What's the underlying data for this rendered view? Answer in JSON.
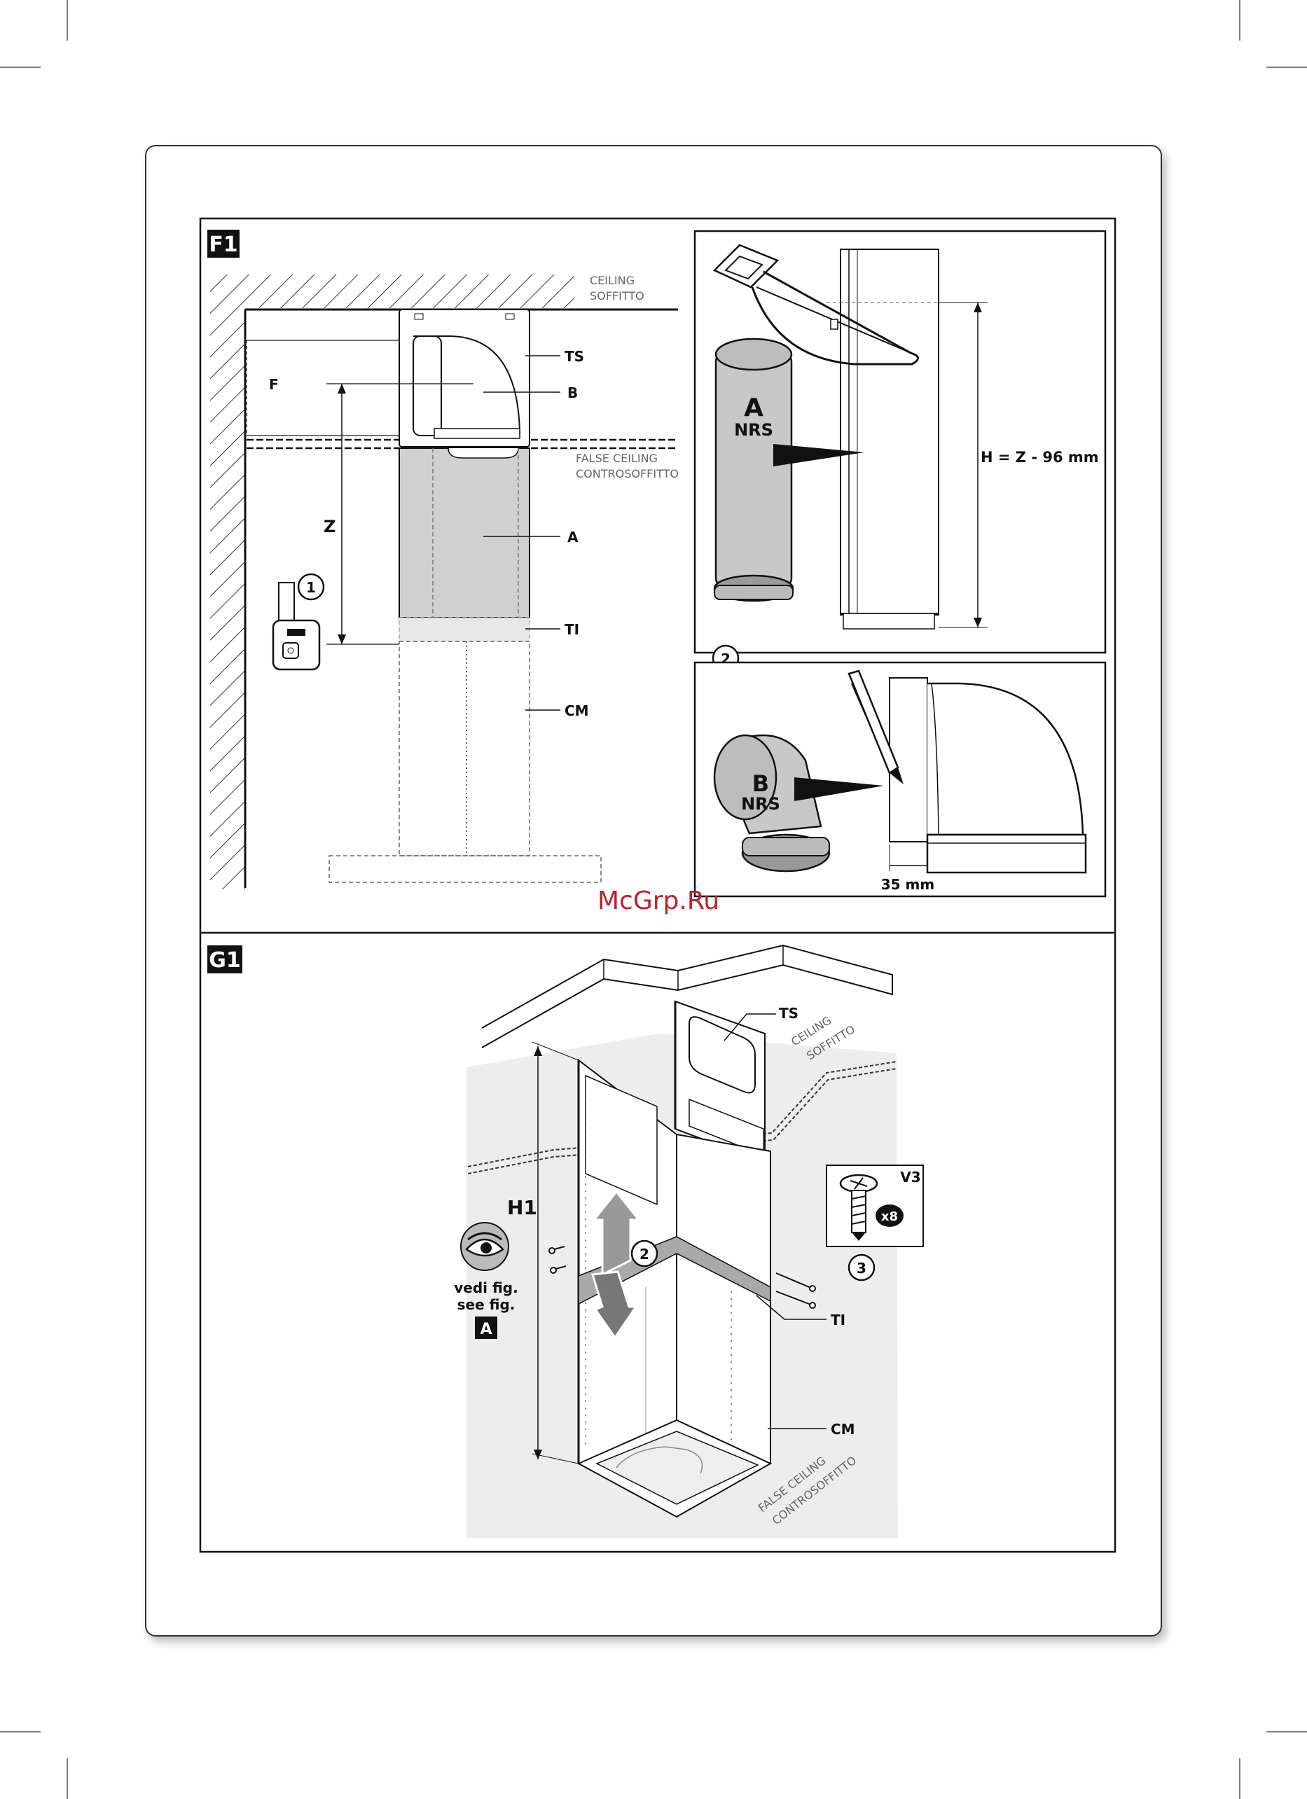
{
  "watermark": "McGrp.Ru",
  "f1": {
    "badge": "F1",
    "ceiling": [
      "CEILING",
      "SOFFITTO"
    ],
    "false_ceiling": [
      "FALSE CEILING",
      "CONTROSOFFITTO"
    ],
    "labels": {
      "ts": "TS",
      "b": "B",
      "a": "A",
      "ti": "TI",
      "cm": "CM",
      "f": "F",
      "z": "Z"
    },
    "steps": {
      "measure": "1",
      "cut": "2"
    },
    "panel_a": {
      "letter": "A",
      "code": "NRS",
      "formula": "H = Z - 96 mm"
    },
    "panel_b": {
      "letter": "B",
      "code": "NRS",
      "dimension": "35 mm"
    }
  },
  "g1": {
    "badge": "G1",
    "labels": {
      "ts": "TS",
      "ti": "TI",
      "cm": "CM",
      "h1": "H1"
    },
    "ceiling": [
      "CEILING",
      "SOFFITTO"
    ],
    "false_ceiling": [
      "FALSE CEILING",
      "CONTROSOFFITTO"
    ],
    "slide_step": "2",
    "screw_step": "3",
    "screw": {
      "code": "V3",
      "qty": "x8"
    },
    "see_fig": {
      "it": "vedi fig.",
      "en": "see fig.",
      "ref": "A"
    }
  }
}
